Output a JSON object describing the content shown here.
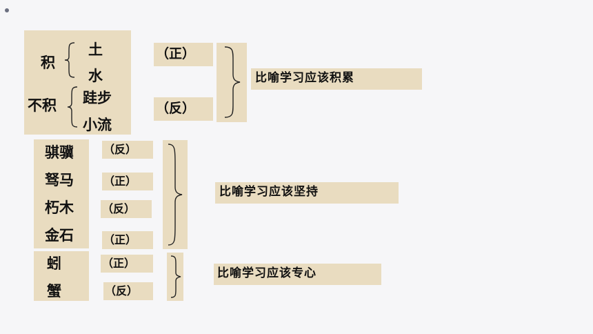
{
  "group1": {
    "ji_label": "积",
    "ji_items": [
      "土",
      "水"
    ],
    "buji_label": "不积",
    "buji_items": [
      "跬步",
      "小流"
    ],
    "pos_tag": "（正）",
    "neg_tag": "（反）",
    "conclusion": "比喻学习应该积累"
  },
  "group2": {
    "rows": [
      {
        "word": "骐骥",
        "tag": "（反）"
      },
      {
        "word": "驽马",
        "tag": "（正）"
      },
      {
        "word": "朽木",
        "tag": "（反）"
      },
      {
        "word": "金石",
        "tag": "（正）"
      }
    ],
    "conclusion": "比喻学习应该坚持"
  },
  "group3": {
    "rows": [
      {
        "word": "蚓",
        "tag": "（正）"
      },
      {
        "word": "蟹",
        "tag": "（反）"
      }
    ],
    "conclusion": "比喻学习应该专心"
  }
}
